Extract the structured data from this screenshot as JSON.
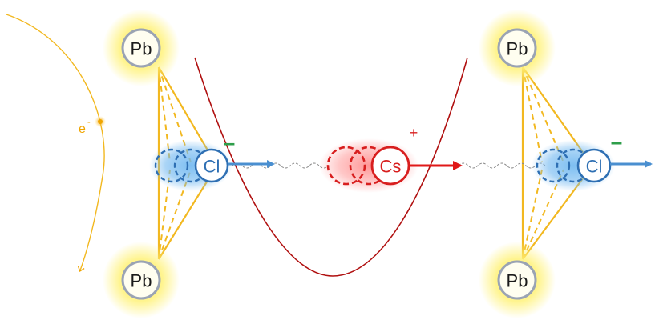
{
  "labels": {
    "pb_top_left": "Pb",
    "pb_bottom_left": "Pb",
    "pb_top_right": "Pb",
    "pb_bottom_right": "Pb",
    "cl_left": "Cl",
    "cl_right": "Cl",
    "cs_center": "Cs",
    "electron_base": "e",
    "electron_superscript": "-",
    "cl_left_charge": "–",
    "cl_right_charge": "–",
    "cs_charge": "+"
  },
  "colors": {
    "pb_glow": "#fff27a",
    "pb_ring": "#9aa3b3",
    "pb_fill": "#fffef0",
    "cl_blue": "#2e6fb3",
    "cl_glow": "#6fb7f0",
    "cs_red": "#d81e1e",
    "cs_glow": "#ff8a8a",
    "bond_yellow": "#f2b820",
    "electron_yellow": "#f0a500",
    "potential_curve": "#b01010",
    "arrow_blue": "#4a8fd0",
    "arrow_red": "#e01818",
    "minus_green": "#2e9e4a",
    "spring_gray": "#888888"
  }
}
